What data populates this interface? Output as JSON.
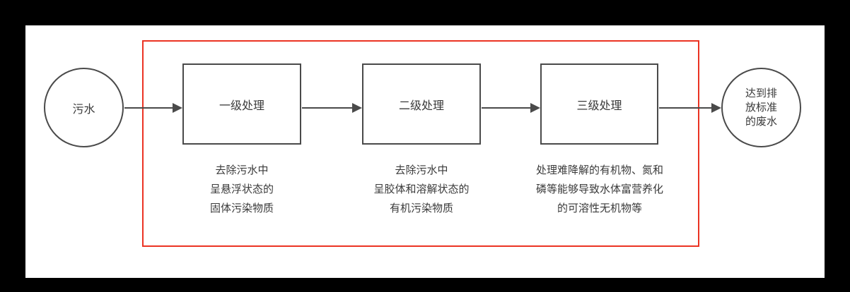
{
  "flowchart": {
    "nodes": {
      "start": {
        "label": "污水"
      },
      "end": {
        "label": "达到排放标准的废水",
        "lines": [
          "达到排",
          "放标准",
          "的废水"
        ]
      }
    },
    "stages": [
      {
        "label": "一级处理",
        "desc_lines": [
          "去除污水中",
          "呈悬浮状态的",
          "固体污染物质"
        ]
      },
      {
        "label": "二级处理",
        "desc_lines": [
          "去除污水中",
          "呈胶体和溶解状态的",
          "有机污染物质"
        ]
      },
      {
        "label": "三级处理",
        "desc_lines": [
          "处理难降解的有机物、氮和",
          "磷等能够导致水体富营养化",
          "的可溶性无机物等"
        ]
      }
    ],
    "colors": {
      "stroke": "#4a4a4a",
      "highlight_box": "#eb3323",
      "canvas": "#ffffff",
      "frame": "#000000"
    }
  }
}
